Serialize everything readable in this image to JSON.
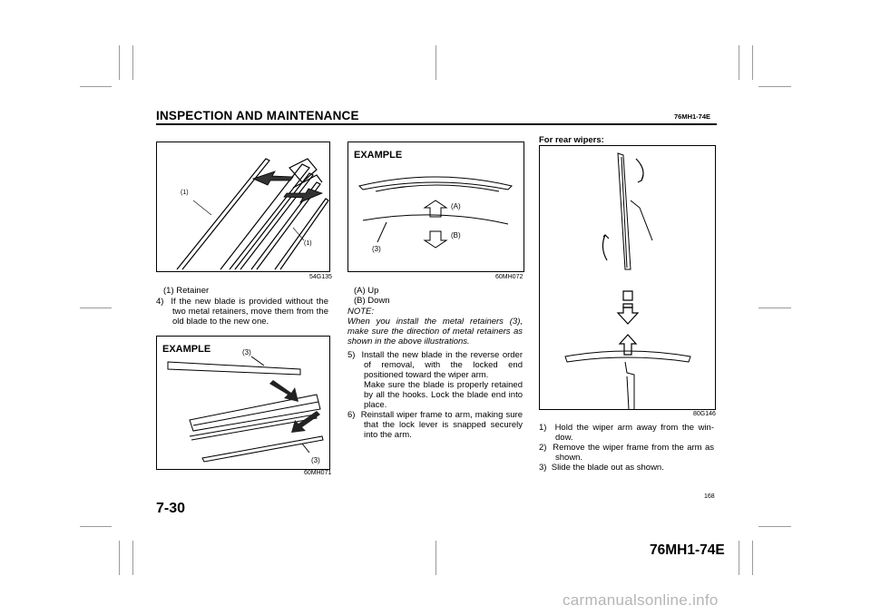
{
  "header": {
    "section_title": "INSPECTION AND MAINTENANCE",
    "doc_code": "76MH1-74E"
  },
  "col1": {
    "fig1": {
      "callout_a": "(1)",
      "callout_b": "(1)",
      "code": "54G135"
    },
    "legend": [
      "(1) Retainer"
    ],
    "steps": [
      {
        "num": "4)",
        "text": "If the new blade is provided without the two metal retainers, move them from the old blade to the new one."
      }
    ],
    "fig2": {
      "example": "EXAMPLE",
      "callout_a": "(3)",
      "callout_b": "(3)",
      "code": "60MH071"
    }
  },
  "col2": {
    "fig3": {
      "example": "EXAMPLE",
      "label_a": "(A)",
      "label_b": "(B)",
      "label_3": "(3)",
      "code": "60MH072"
    },
    "legend": [
      "(A) Up",
      "(B) Down"
    ],
    "note_label": "NOTE:",
    "note_text": "When you install the metal retainers (3), make sure the direction of metal retainers as shown in the above illustrations.",
    "steps": [
      {
        "num": "5)",
        "text": "Install the new blade in the reverse order of removal, with the locked end positioned toward the wiper arm.",
        "sub": "Make sure the blade is properly retained by all the hooks. Lock the blade end into place."
      },
      {
        "num": "6)",
        "text": "Reinstall wiper frame to arm, making sure that the lock lever is snapped securely into the arm."
      }
    ]
  },
  "col3": {
    "heading": "For rear wipers:",
    "fig4": {
      "code": "80G146"
    },
    "steps": [
      {
        "num": "1)",
        "text": "Hold the wiper arm away from the win- dow."
      },
      {
        "num": "2)",
        "text": "Remove the wiper frame from the arm as shown."
      },
      {
        "num": "3)",
        "text": "Slide the blade out as shown."
      }
    ]
  },
  "footer": {
    "chapter_page": "7-30",
    "page_number": "168",
    "doc_code": "76MH1-74E"
  },
  "watermark": "carmanualsonline.info"
}
